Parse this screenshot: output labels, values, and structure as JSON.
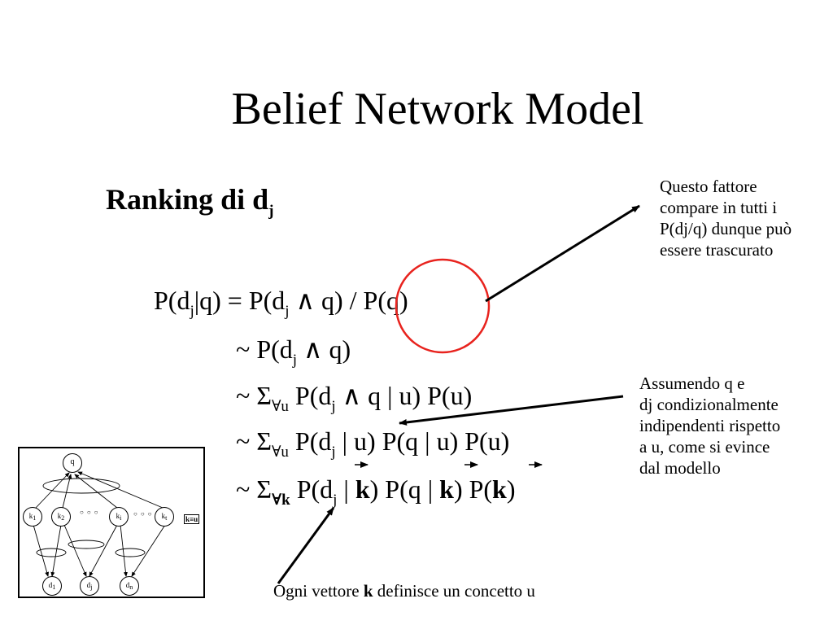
{
  "slide": {
    "title": "Belief   Network Model",
    "ranking": {
      "text": "Ranking di  d",
      "sub": "j"
    },
    "equations": [
      {
        "lhs_a": "P(d",
        "lhs_sub": "j",
        "lhs_b": "|q) = P(d",
        "rhs_sub": "j",
        "rhs_b": " ∧ q) / P(q)"
      },
      {
        "a": "~ P(d",
        "sub": "j",
        "b": " ∧ q)"
      },
      {
        "a": "~ Σ",
        "sub1": "∀u",
        "b": " P(d",
        "sub2": "j",
        "c": " ∧ q | u) P(u)"
      },
      {
        "a": "~ Σ",
        "sub1": "∀u",
        "b": " P(d",
        "sub2": "j",
        "c": " | u)  P(q | u) P(u)"
      },
      {
        "a": "~ Σ",
        "sub1": "∀k",
        "b": " P(d",
        "sub2": "j",
        "c": " | ",
        "k1": "k",
        "d": ")  P(q | ",
        "k2": "k",
        "e": ") P(",
        "k3": "k",
        "f": ")"
      }
    ],
    "notes": {
      "ignore_factor": [
        "Questo fattore",
        "compare in tutti i",
        "P(dj/q) dunque può",
        "essere trascurato"
      ],
      "independence": [
        "Assumendo q e",
        "dj condizionalmente",
        "indipendenti rispetto",
        "a u, come si evince",
        "dal modello"
      ],
      "concept_prefix": "Ogni vettore ",
      "concept_bold": "k",
      "concept_suffix": " definisce un concetto u"
    },
    "diagram": {
      "query": "q",
      "keywords": [
        {
          "base": "k",
          "sub": "1"
        },
        {
          "base": "k",
          "sub": "2"
        },
        {
          "base": "k",
          "sub": "i"
        },
        {
          "base": "k",
          "sub": "t"
        }
      ],
      "dots": "○ ○ ○",
      "documents": [
        {
          "base": "d",
          "sub": "1"
        },
        {
          "base": "d",
          "sub": "j"
        },
        {
          "base": "d",
          "sub": "n"
        }
      ],
      "equiv_label": "k≡u"
    },
    "colors": {
      "highlight_circle": "#e8231e",
      "ink": "#000000"
    }
  }
}
